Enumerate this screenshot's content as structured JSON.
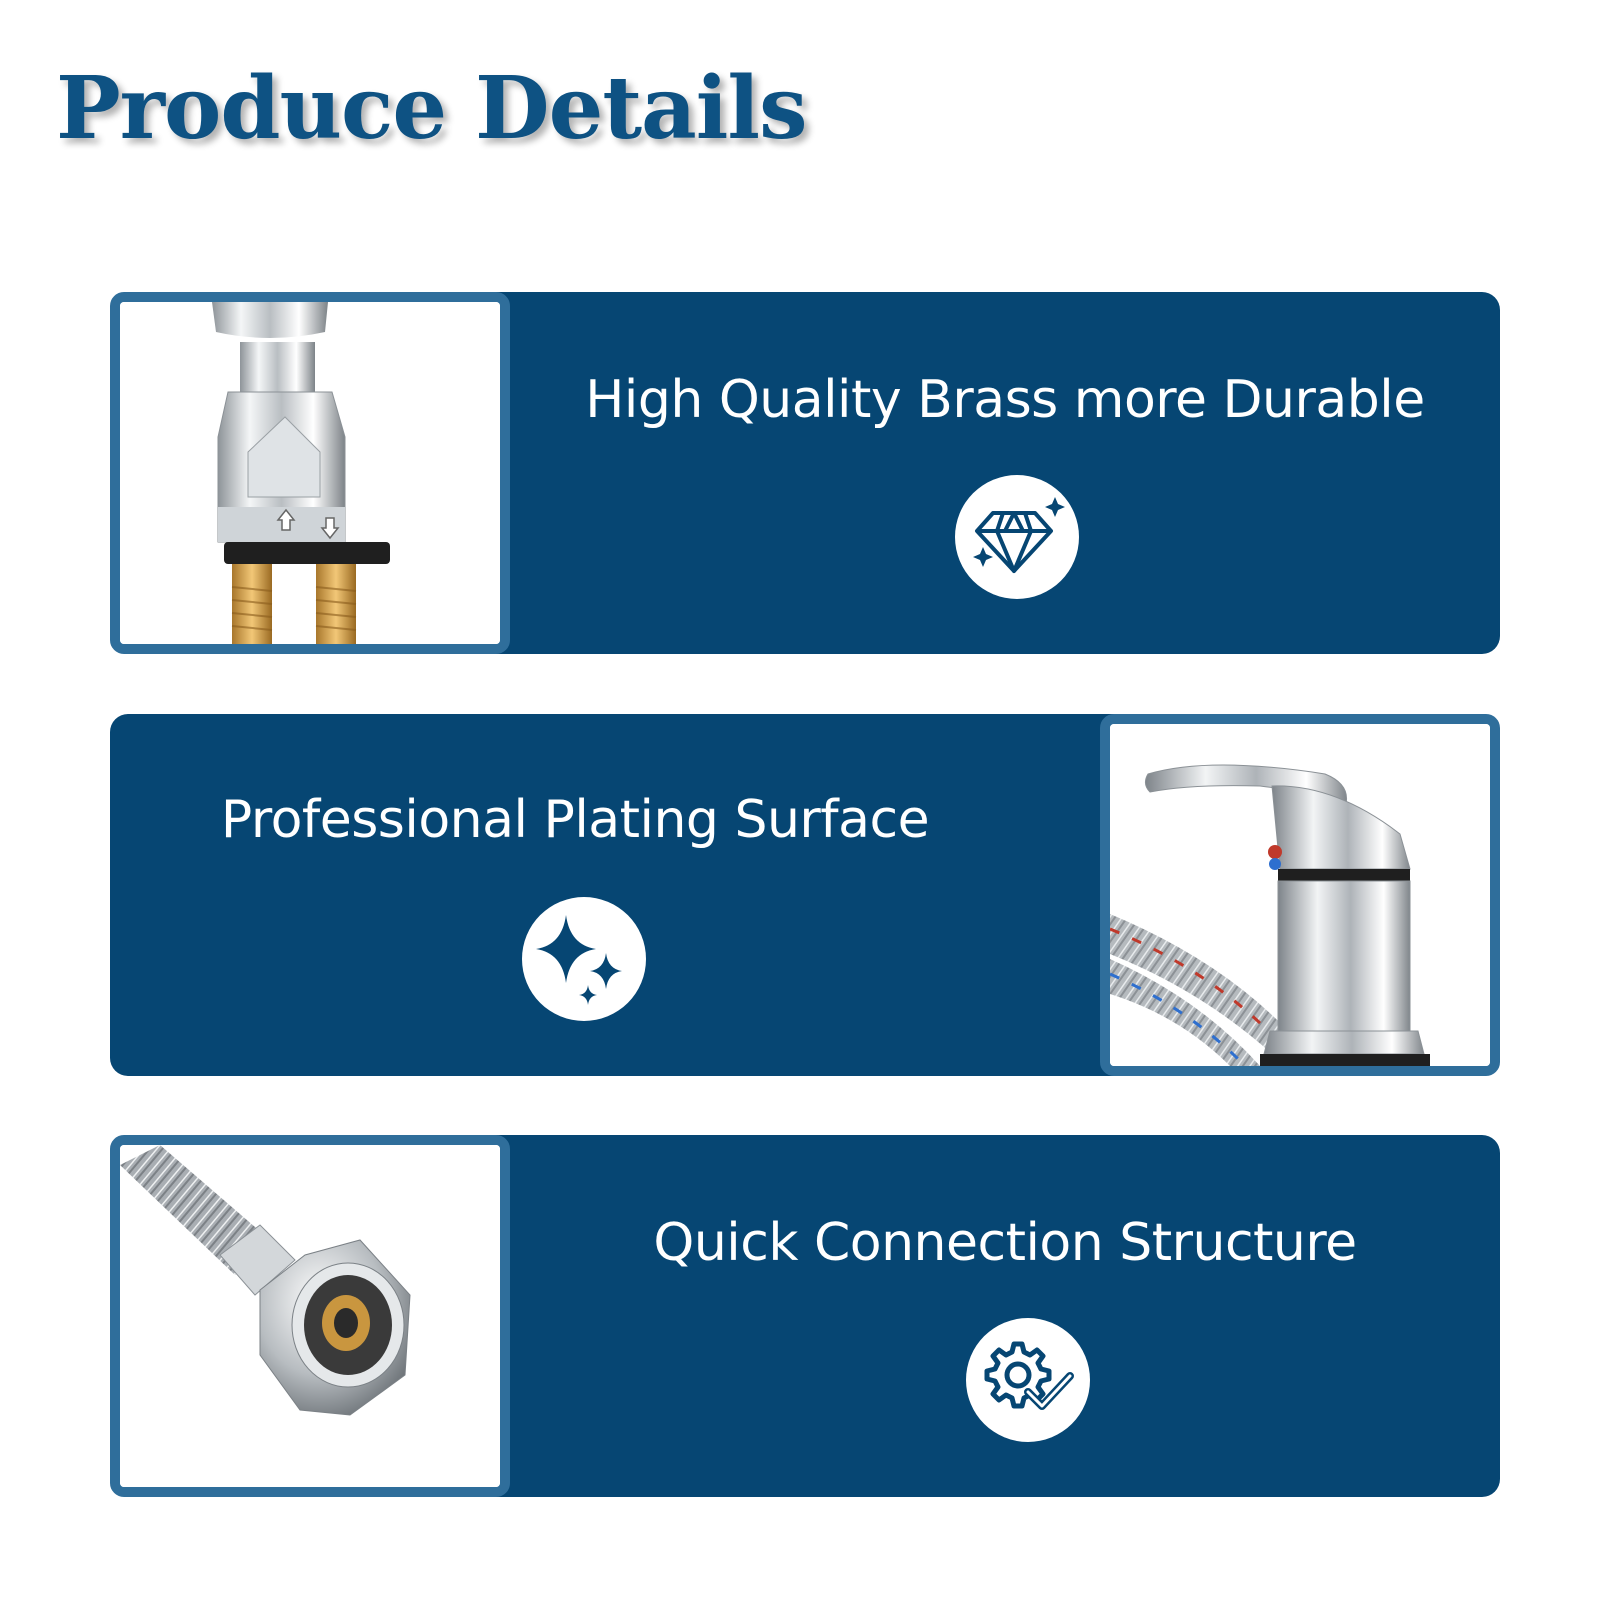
{
  "header": {
    "title": "Produce Details"
  },
  "features": [
    {
      "text": "High Quality Brass more Durable",
      "icon": "diamond-icon",
      "image": "faucet base with brass inlet studs"
    },
    {
      "text": "Professional Plating Surface",
      "icon": "sparkle-icon",
      "image": "single-lever chrome faucet with braided hoses"
    },
    {
      "text": "Quick Connection Structure",
      "icon": "gear-check-icon",
      "image": "braided hose with chrome nut connector"
    }
  ],
  "colors": {
    "panel": "#064673",
    "frame": "#2f6e9b",
    "title": "#0e5283",
    "text": "#ffffff"
  }
}
